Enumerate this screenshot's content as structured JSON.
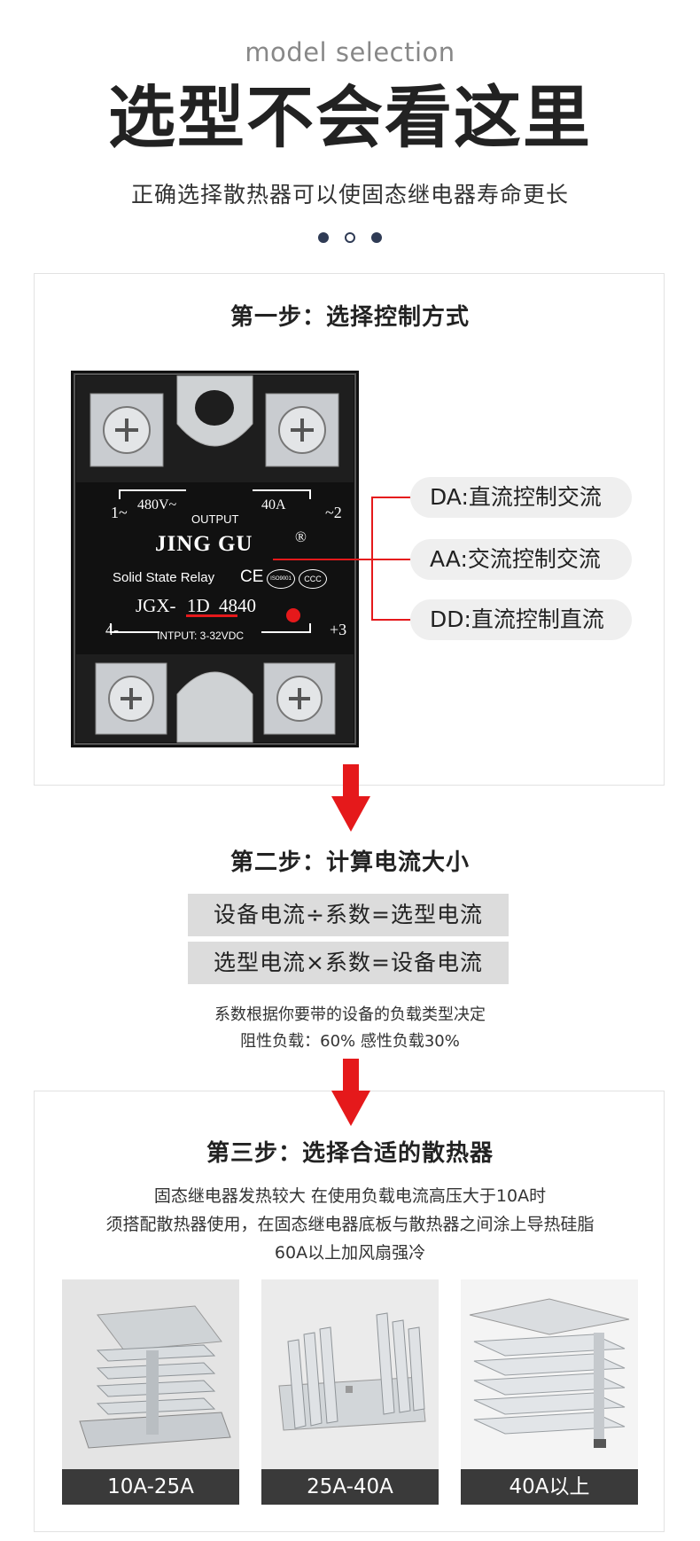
{
  "header": {
    "en_title": "model selection",
    "title": "选型不会看这里",
    "subtitle": "正确选择散热器可以使固态继电器寿命更长"
  },
  "step1": {
    "title": "第一步：选择控制方式",
    "relay": {
      "term1": "1~",
      "voltage": "480V~",
      "output": "OUTPUT",
      "current": "40A",
      "term2": "~2",
      "brand": "JING GU",
      "reg": "®",
      "desc": "Solid State Relay",
      "ce": "CE",
      "iso": "ISO9001",
      "ccc": "CCC",
      "model_prefix": "JGX-",
      "model_code": "1D",
      "model_num": "4840",
      "term4": "4-",
      "input": "INTPUT: 3-32VDC",
      "term3": "+3"
    },
    "options": [
      "DA:直流控制交流",
      "AA:交流控制交流",
      "DD:直流控制直流"
    ]
  },
  "step2": {
    "title": "第二步：计算电流大小",
    "formula1": "设备电流÷系数=选型电流",
    "formula2": "选型电流×系数=设备电流",
    "note1": "系数根据你要带的设备的负载类型决定",
    "note2": "阻性负载：60%  感性负载30%"
  },
  "step3": {
    "title": "第三步：选择合适的散热器",
    "desc1": "固态继电器发热较大 在使用负载电流高压大于10A时",
    "desc2": "须搭配散热器使用，在固态继电器底板与散热器之间涂上导热硅脂",
    "desc3": "60A以上加风扇强冷",
    "heatsinks": [
      {
        "label": "10A-25A"
      },
      {
        "label": "25A-40A"
      },
      {
        "label": "40A以上"
      }
    ]
  },
  "colors": {
    "accent_red": "#e5191b",
    "dot_dark": "#2f3b55",
    "label_bg": "#3a3a3a"
  }
}
